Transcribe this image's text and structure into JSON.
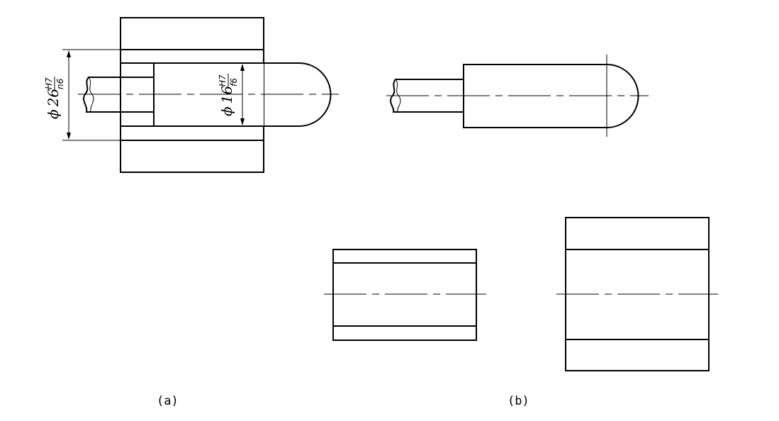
{
  "figure": {
    "caption_a": "(a)",
    "caption_b": "(b)"
  },
  "dimensions": {
    "outer": {
      "symbol": "ϕ",
      "nominal": "26",
      "upper": "H7",
      "lower": "n6"
    },
    "inner": {
      "symbol": "ϕ",
      "nominal": "16",
      "upper": "H7",
      "lower": "f6"
    }
  }
}
